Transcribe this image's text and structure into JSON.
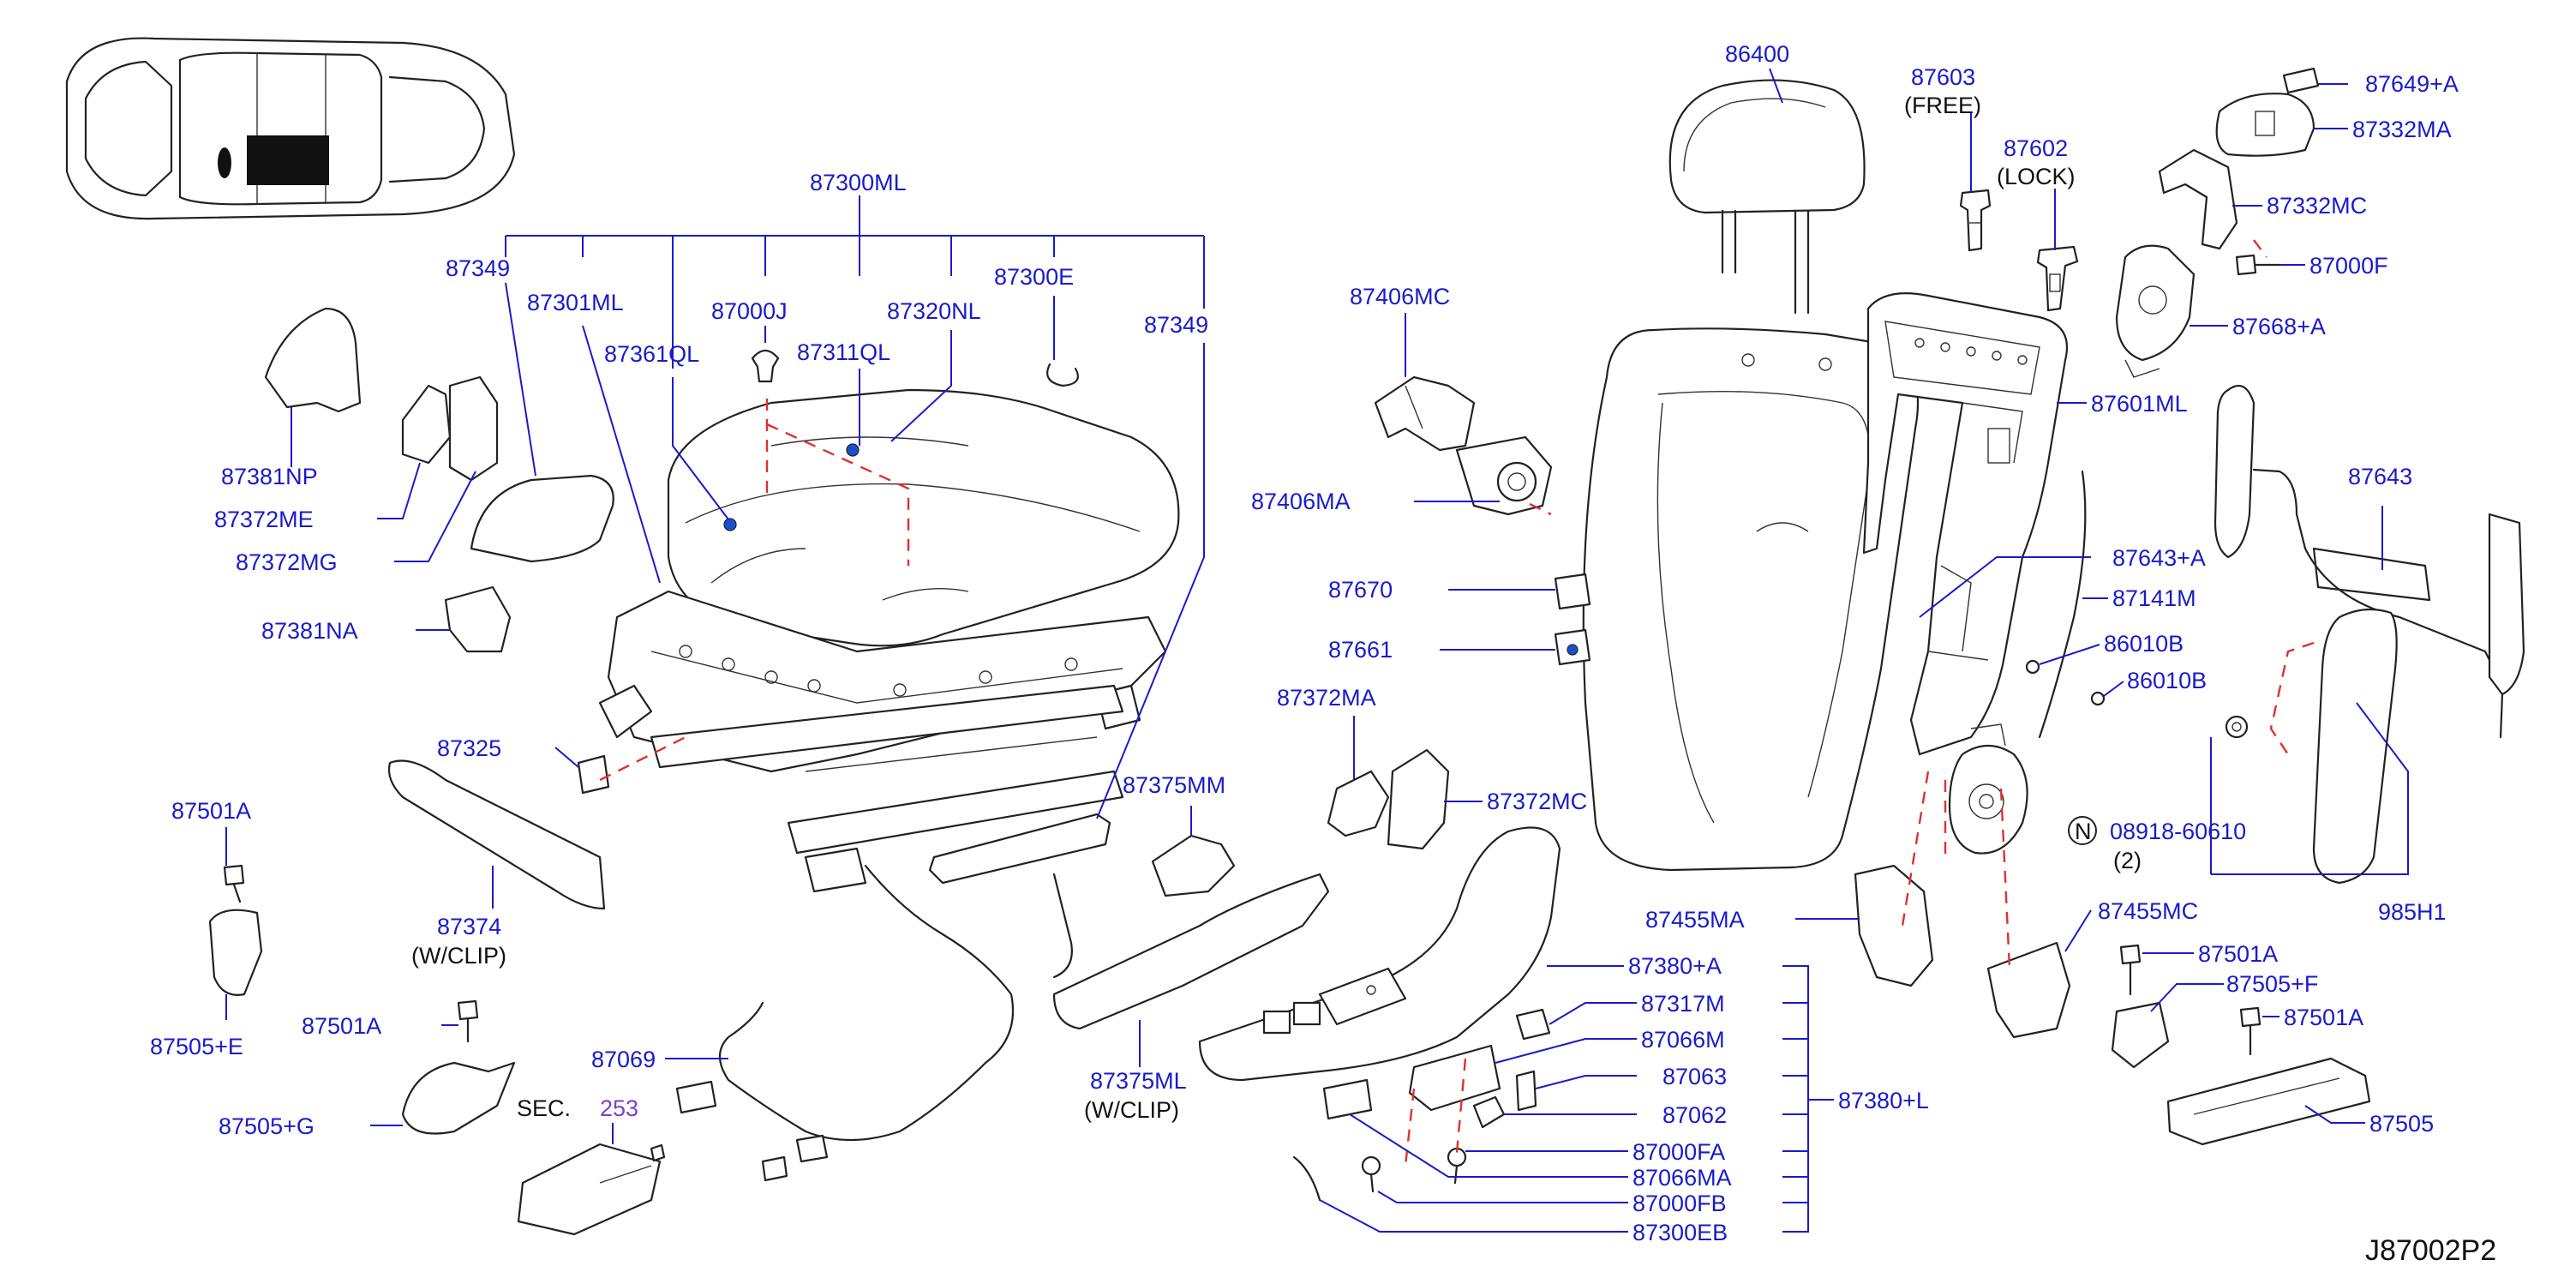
{
  "labels": {
    "p86400": "86400",
    "p87603": "87603",
    "free": "(FREE)",
    "p87602": "87602",
    "lock": "(LOCK)",
    "p87649a": "87649+A",
    "p87332ma": "87332MA",
    "p87332mc": "87332MC",
    "p87000f": "87000F",
    "p87668a": "87668+A",
    "p87601ml": "87601ML",
    "p87643": "87643",
    "p87643a": "87643+A",
    "p87141m": "87141M",
    "p86010b_1": "86010B",
    "p86010b_2": "86010B",
    "p08918": "08918-60610",
    "n_circle": "N",
    "qty2": "(2)",
    "p985h1": "985H1",
    "p87455ma": "87455MA",
    "p87455mc": "87455MC",
    "p87501a_r1": "87501A",
    "p87505f": "87505+F",
    "p87501a_r2": "87501A",
    "p87505": "87505",
    "p87406mc": "87406MC",
    "p87406ma": "87406MA",
    "p87670": "87670",
    "p87661": "87661",
    "p87372ma": "87372MA",
    "p87372mc": "87372MC",
    "p87375mm": "87375MM",
    "p87375ml": "87375ML",
    "wclip_r": "(W/CLIP)",
    "p87380a": "87380+A",
    "p87317m": "87317M",
    "p87066m": "87066M",
    "p87063": "87063",
    "p87062": "87062",
    "p87380l": "87380+L",
    "p87000fa": "87000FA",
    "p87066ma": "87066MA",
    "p87000fb": "87000FB",
    "p87300eb": "87300EB",
    "p87300ml": "87300ML",
    "p87349_l": "87349",
    "p87301ml": "87301ML",
    "p87000j": "87000J",
    "p87320nl": "87320NL",
    "p87300e": "87300E",
    "p87349_r": "87349",
    "p87361ql": "87361QL",
    "p87311ql": "87311QL",
    "p87381np": "87381NP",
    "p87372me": "87372ME",
    "p87372mg": "87372MG",
    "p87381na": "87381NA",
    "p87325": "87325",
    "p87374": "87374",
    "wclip_l": "(W/CLIP)",
    "p87501a_l1": "87501A",
    "p87505e": "87505+E",
    "p87501a_l2": "87501A",
    "p87505g": "87505+G",
    "sec": "SEC.",
    "sec_num": "253",
    "p87069": "87069",
    "drawing_code": "J87002P2"
  }
}
